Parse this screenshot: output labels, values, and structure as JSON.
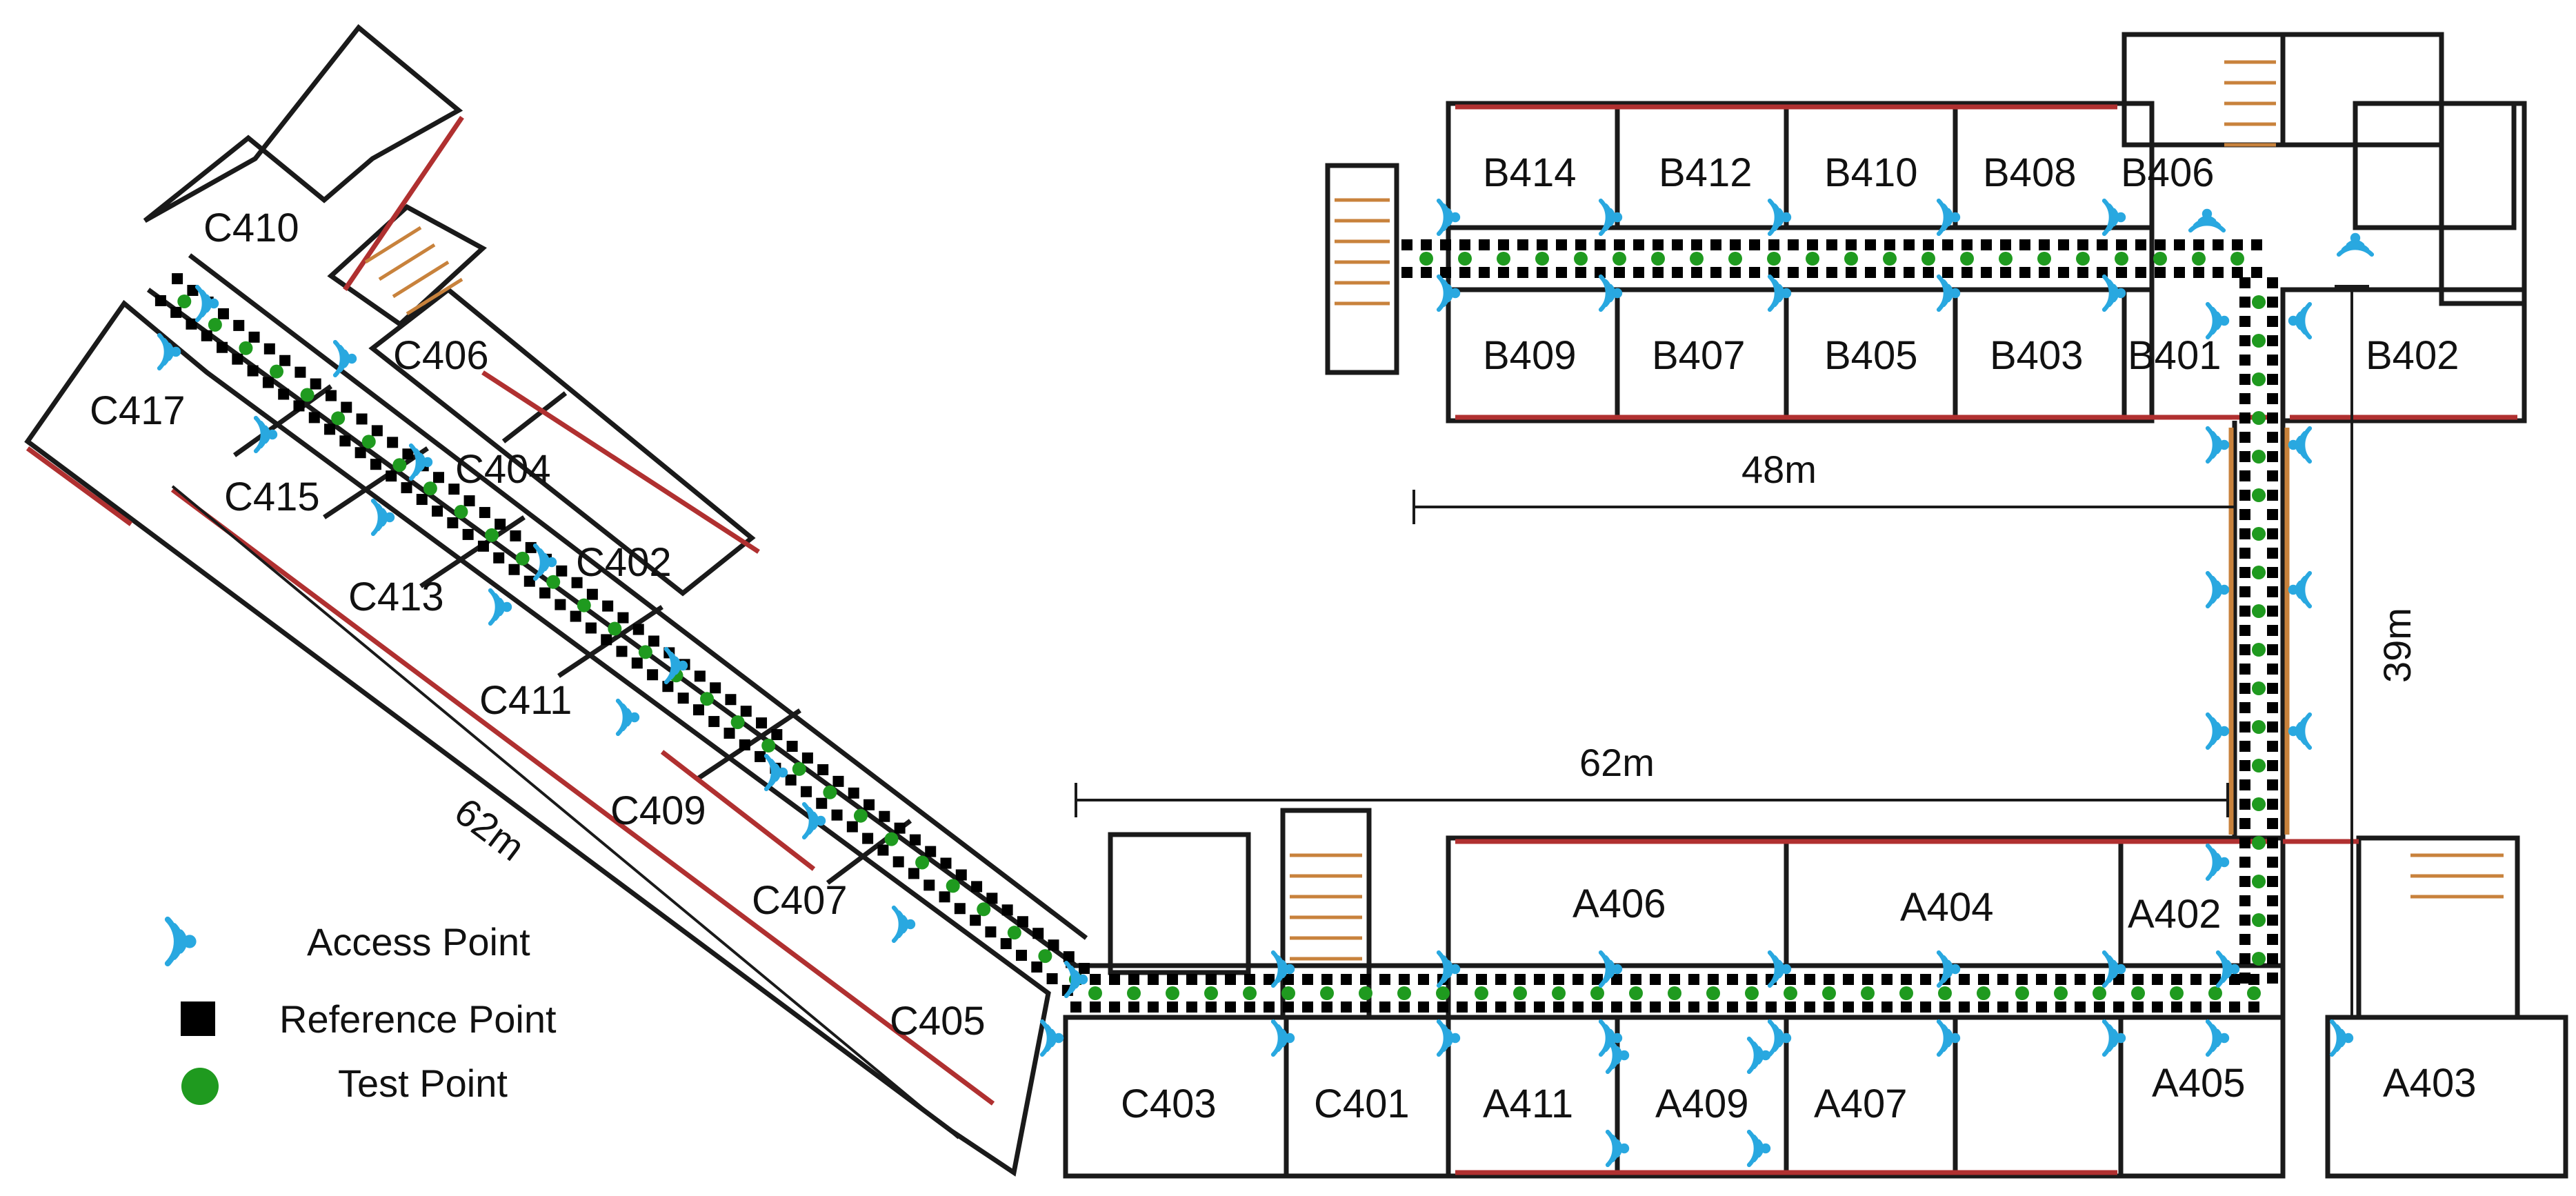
{
  "colors": {
    "wall": "#1a1a1a",
    "window": "#b03030",
    "stair": "#c8823c",
    "access_point": "#29a8e0",
    "reference_point": "#000000",
    "test_point": "#1f9a1f"
  },
  "rooms": {
    "c410": "C410",
    "c406": "C406",
    "c417": "C417",
    "c415": "C415",
    "c404": "C404",
    "c413": "C413",
    "c402": "C402",
    "c411": "C411",
    "c409": "C409",
    "c407": "C407",
    "c405": "C405",
    "c403": "C403",
    "c401": "C401",
    "b414": "B414",
    "b412": "B412",
    "b410": "B410",
    "b408": "B408",
    "b406": "B406",
    "b409": "B409",
    "b407": "B407",
    "b405": "B405",
    "b403": "B403",
    "b401": "B401",
    "b402": "B402",
    "a406": "A406",
    "a404": "A404",
    "a402": "A402",
    "a411": "A411",
    "a409": "A409",
    "a407": "A407",
    "a405": "A405",
    "a403": "A403"
  },
  "dimensions": {
    "b_wing": "48m",
    "a_wing": "62m",
    "connector": "39m",
    "c_wing": "62m"
  },
  "legend": {
    "access_point": "Access Point",
    "reference_point": "Reference Point",
    "test_point": "Test Point"
  }
}
